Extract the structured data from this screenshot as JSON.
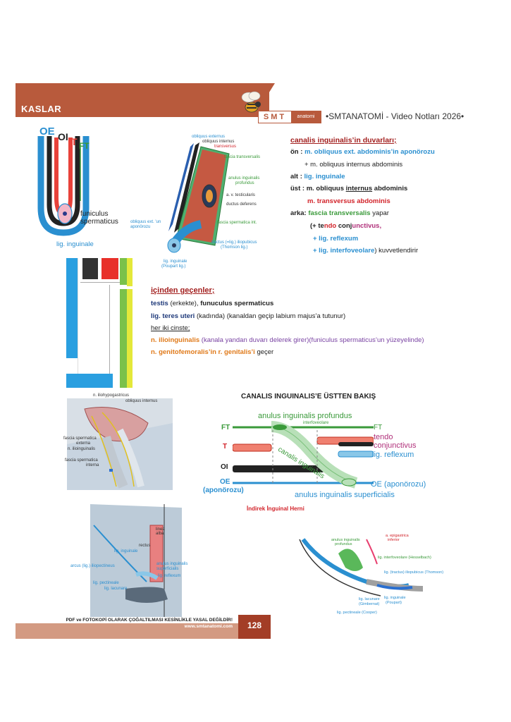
{
  "header": {
    "section": "KASLAR",
    "logo_smt": "SMT",
    "logo_anatomi": "anatomi",
    "subtitle": "•SMTANATOMİ - Video Notları 2026•"
  },
  "fig1": {
    "oe": "OE",
    "oi": "OI",
    "t": "T",
    "ft": "FT",
    "funiculus": "funiculus",
    "spermaticus": "spermaticus",
    "lig_inguinale": "lig. inguinale"
  },
  "fig2": {
    "obliquus_externus": "obliquus externus",
    "obliquus_internus": "obliquus internus",
    "transversus": "transversus",
    "fascia_transversalis": "fascia transversalis",
    "anulus_profundus": "anulus inguinalis",
    "anulus_profundus2": "profundus",
    "av_testicularis": "a. v. testicularis",
    "ductus_deferens": "ductus deferens",
    "fascia_spermatica_int": "fascia spermatica int.",
    "tractus": "tractus (=lig.) iliopubicus",
    "thomson": "(Thomson lig.)",
    "lig_inguinale": "lig. inguinale",
    "poupart": "(Poupart lig.)",
    "obliquus_ext_un": "obliquus ext. 'un",
    "aponorozu": "aponörozu"
  },
  "walls": {
    "title": "canalis inguinalis’in duvarları;",
    "on_label": "ön :",
    "on_value": "m. obliquus ext. abdominis’in aponörozu",
    "on_plus": "+ m. obliquus internus abdominis",
    "alt_label": "alt :",
    "alt_value": "lig. inguinale",
    "ust_label": "üst :",
    "ust_prefix": "m. obliquus ",
    "ust_ul": "internus",
    "ust_suffix": " abdominis",
    "ust_line2": "m. transversus abdominis",
    "arka_label": "arka:",
    "arka_value": "fascia transversalis",
    "arka_suffix": " yapar",
    "plus_tendo_open": "(+ ",
    "plus_te": "te",
    "plus_ndo": "ndo",
    "plus_space": " ",
    "plus_conj": "conj",
    "plus_unctivus": "unctivus,",
    "plus_reflexum": "+ lig. reflexum",
    "plus_interfov": "+ lig. interfoveolare",
    "plus_interfov_suffix": ") kuvvetlendirir"
  },
  "contents": {
    "title": "içinden geçenler;",
    "l1_a": "testis",
    "l1_b": " (erkekte), ",
    "l1_c": "funuculus spermaticus",
    "l2_a": "lig. teres uteri",
    "l2_b": " (kadında) (kanaldan geçip labium majus’a tutunur)",
    "l3": "her iki cinste;",
    "l4_a": "n. ilioinguinalis",
    "l4_b": " (kanala yandan duvarı delerek girer)(funiculus spermaticus’un yüzeyelinde)",
    "l5_a": "n. genitofemoralis’in r. genitalis’i",
    "l5_b": " geçer"
  },
  "fig3": {
    "n_iliohypo": "n. iliohypogastricus",
    "obliquus_internus": "obliquus internus",
    "fascia_ext1": "fascia spermatica",
    "fascia_ext2": "externa",
    "n_ilioing": "n. ilioinguinalis",
    "fascia_int1": "fascia spermatica",
    "fascia_int2": "interna"
  },
  "fig4": {
    "title": "CANALIS INGUINALIS’E ÜSTTEN BAKIŞ",
    "anulus_profundus": "anulus inguinalis profundus",
    "interfoveolare": "interfoveolare",
    "ft_left": "FT",
    "ft_right": "FT",
    "t_left": "T",
    "tendo": "tendo",
    "conjunctivus": "conjunctivus",
    "canal": "canalis inguinalis",
    "oi_left": "OI",
    "reflexum": "lig. reflexum",
    "oe_left": "OE",
    "aponorozu_left": "(aponörozu)",
    "oe_right": "OE (aponörozu)",
    "anulus_superficialis": "anulus inguinalis superficialis",
    "hernia": "İndirek İnguinal Herni"
  },
  "fig5": {
    "linea": "linea",
    "alba": "alba",
    "rectus": "rectus",
    "lig_inguinale": "lig. inguinale",
    "arcus": "arcus (lig.) iliopectineus",
    "anulus_sup1": "anulus inguinalis",
    "anulus_sup2": "superficialis",
    "reflexum": "lig. reflexum",
    "pectineale": "lig. pectineale",
    "lacunare": "lig. lacunare"
  },
  "fig6": {
    "epigastrica1": "a. epigastrica",
    "epigastrica2": "inferior",
    "anulus_prof1": "anulus inguinalis",
    "anulus_prof2": "profundus",
    "interfoveolare": "lig. interfoveolare (Hesselbach)",
    "tractus": "lig. (tractus) iliopubicus (Thomson)",
    "lacunare1": "lig. lacunare",
    "lacunare2": "(Gimbernat)",
    "inguinale1": "lig. inguinale",
    "inguinale2": "(Poupart)",
    "pectineale": "lig. pectineale (Cooper)"
  },
  "footer": {
    "warning": "PDF ve FOTOKOPİ OLARAK ÇOĞALTILMASI KESİNLİKLE YASAL DEĞİLDİR!",
    "url": "www.smtanatomi.com",
    "page": "128"
  },
  "colors": {
    "header": "#b85a3c",
    "oe": "#2a8fd0",
    "oi": "#222222",
    "t": "#e8423a",
    "ft": "#3a9a3a",
    "yellow": "#e4e83a"
  }
}
